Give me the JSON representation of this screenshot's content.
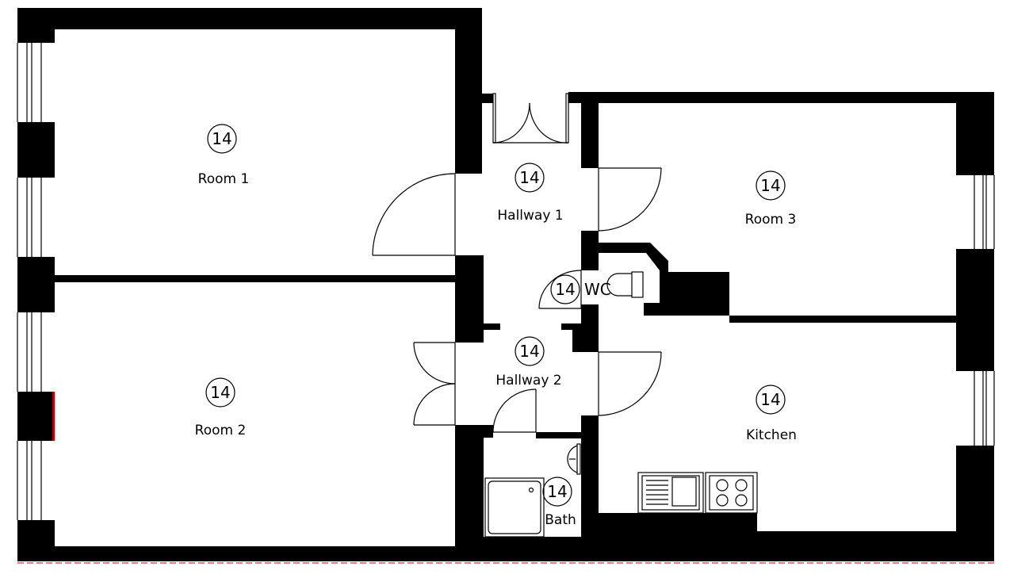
{
  "rooms": [
    {
      "id": "room1",
      "number": "14",
      "name": "Room 1"
    },
    {
      "id": "room2",
      "number": "14",
      "name": "Room 2"
    },
    {
      "id": "hallway1",
      "number": "14",
      "name": "Hallway 1"
    },
    {
      "id": "hallway2",
      "number": "14",
      "name": "Hallway 2"
    },
    {
      "id": "room3",
      "number": "14",
      "name": "Room 3"
    },
    {
      "id": "wc",
      "number": "14",
      "name": "WC"
    },
    {
      "id": "kitchen",
      "number": "14",
      "name": "Kitchen"
    },
    {
      "id": "bath",
      "number": "14",
      "name": "Bath"
    }
  ],
  "colors": {
    "walls": "#000000",
    "background": "#ffffff",
    "accent_line": "#c00000"
  }
}
